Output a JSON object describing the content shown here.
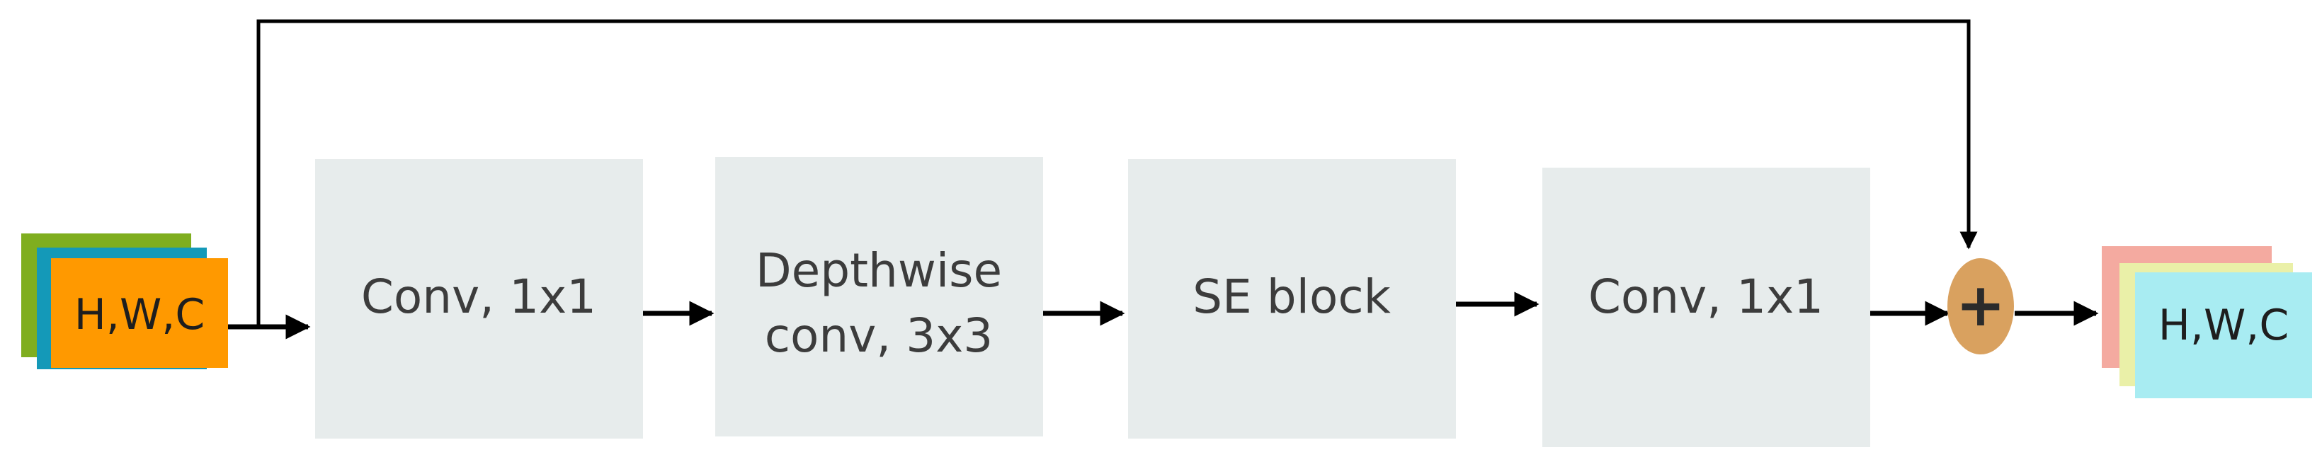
{
  "input_tensor": {
    "label": "H,W,C",
    "colors": [
      "#7fae1f",
      "#1499b8",
      "#ff9900"
    ]
  },
  "blocks": [
    {
      "id": "conv1",
      "lines": [
        "Conv, 1x1"
      ]
    },
    {
      "id": "dwconv",
      "lines": [
        "Depthwise",
        "conv, 3x3"
      ]
    },
    {
      "id": "se",
      "lines": [
        "SE block"
      ]
    },
    {
      "id": "conv2",
      "lines": [
        "Conv, 1x1"
      ]
    }
  ],
  "add_node": {
    "symbol": "+",
    "color": "#d9a15f"
  },
  "output_tensor": {
    "label": "H,W,C",
    "colors": [
      "#f4aaa0",
      "#eaf0a8",
      "#a8ecf2"
    ]
  },
  "colors": {
    "block_fill": "#e7ecec",
    "arrow": "#000000"
  }
}
